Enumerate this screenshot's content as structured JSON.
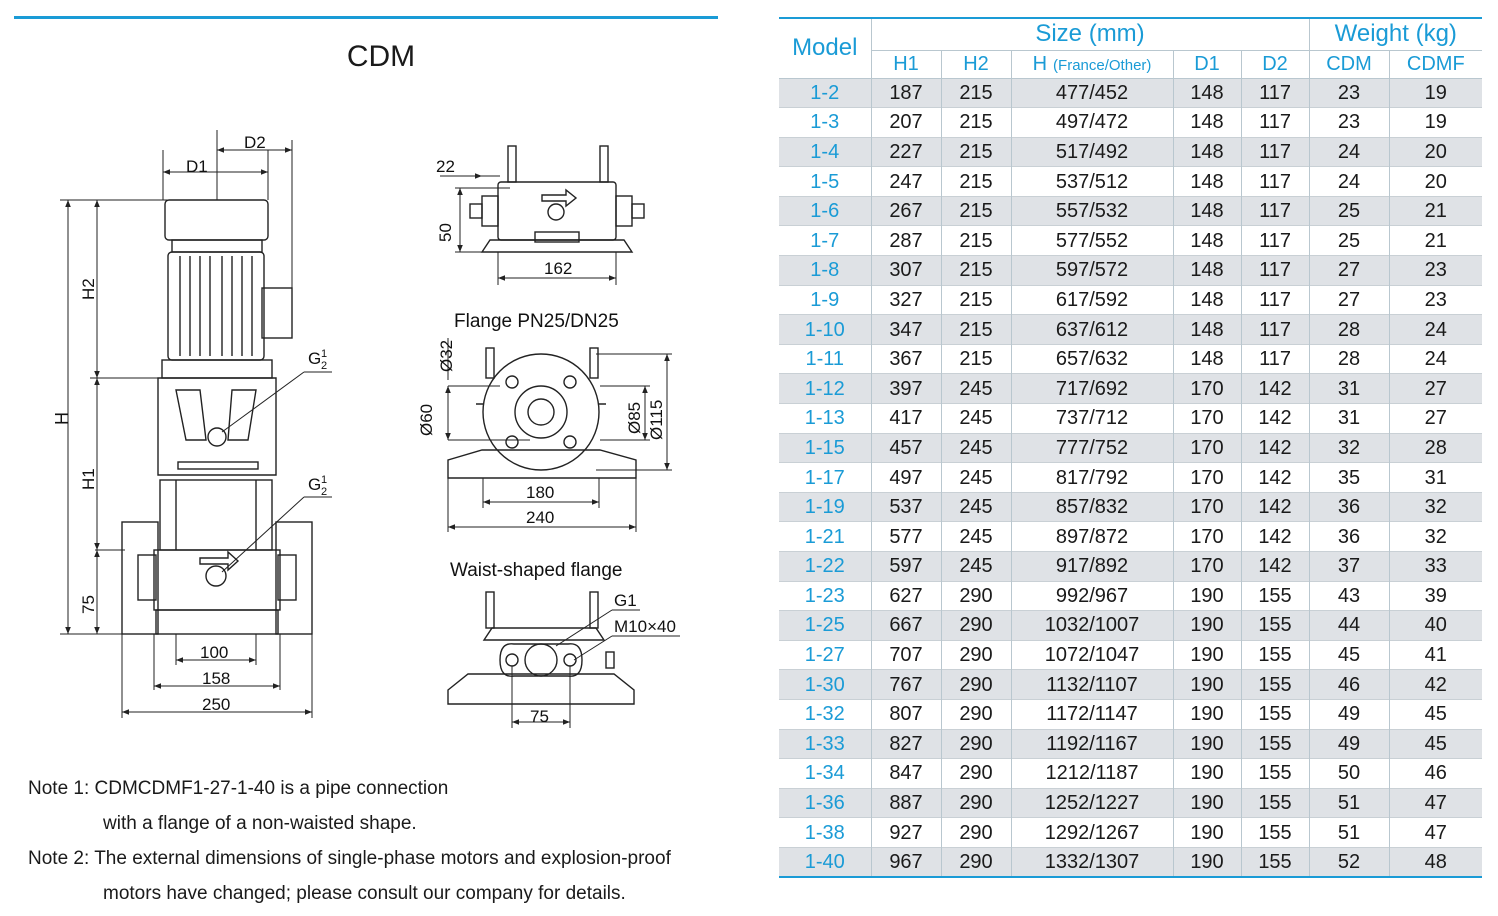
{
  "title": "CDM",
  "drawing_labels": {
    "d1": "D1",
    "d2": "D2",
    "h": "H",
    "h1": "H1",
    "h2": "H2",
    "g_half_top": "G",
    "g_half_bottom": "G",
    "frac_num": "1",
    "frac_den": "2",
    "dim_75_side": "75",
    "dim_100": "100",
    "dim_158": "158",
    "dim_250": "250",
    "dim_22": "22",
    "dim_50": "50",
    "dim_162": "162",
    "flange_title": "Flange PN25/DN25",
    "dim_32": "Ø32",
    "dim_60": "Ø60",
    "dim_85": "Ø85",
    "dim_115": "Ø115",
    "dim_180": "180",
    "dim_240": "240",
    "waist_title": "Waist-shaped flange",
    "g1": "G1",
    "m10": "M10×40",
    "dim_75_bottom": "75"
  },
  "notes": [
    "Note 1: CDMCDMF1-27-1-40 is a pipe connection",
    "with a flange of a non-waisted shape.",
    "Note 2: The external dimensions of single-phase motors and explosion-proof",
    "motors have changed; please consult our company for details."
  ],
  "table": {
    "model_header": "Model",
    "size_header": "Size (mm)",
    "weight_header": "Weight (kg)",
    "sub_headers": {
      "h1": "H1",
      "h2": "H2",
      "h": "H",
      "h_note": "(France/Other)",
      "d1": "D1",
      "d2": "D2",
      "cdm": "CDM",
      "cdmf": "CDMF"
    },
    "rows": [
      [
        "1-2",
        "187",
        "215",
        "477/452",
        "148",
        "117",
        "23",
        "19"
      ],
      [
        "1-3",
        "207",
        "215",
        "497/472",
        "148",
        "117",
        "23",
        "19"
      ],
      [
        "1-4",
        "227",
        "215",
        "517/492",
        "148",
        "117",
        "24",
        "20"
      ],
      [
        "1-5",
        "247",
        "215",
        "537/512",
        "148",
        "117",
        "24",
        "20"
      ],
      [
        "1-6",
        "267",
        "215",
        "557/532",
        "148",
        "117",
        "25",
        "21"
      ],
      [
        "1-7",
        "287",
        "215",
        "577/552",
        "148",
        "117",
        "25",
        "21"
      ],
      [
        "1-8",
        "307",
        "215",
        "597/572",
        "148",
        "117",
        "27",
        "23"
      ],
      [
        "1-9",
        "327",
        "215",
        "617/592",
        "148",
        "117",
        "27",
        "23"
      ],
      [
        "1-10",
        "347",
        "215",
        "637/612",
        "148",
        "117",
        "28",
        "24"
      ],
      [
        "1-11",
        "367",
        "215",
        "657/632",
        "148",
        "117",
        "28",
        "24"
      ],
      [
        "1-12",
        "397",
        "245",
        "717/692",
        "170",
        "142",
        "31",
        "27"
      ],
      [
        "1-13",
        "417",
        "245",
        "737/712",
        "170",
        "142",
        "31",
        "27"
      ],
      [
        "1-15",
        "457",
        "245",
        "777/752",
        "170",
        "142",
        "32",
        "28"
      ],
      [
        "1-17",
        "497",
        "245",
        "817/792",
        "170",
        "142",
        "35",
        "31"
      ],
      [
        "1-19",
        "537",
        "245",
        "857/832",
        "170",
        "142",
        "36",
        "32"
      ],
      [
        "1-21",
        "577",
        "245",
        "897/872",
        "170",
        "142",
        "36",
        "32"
      ],
      [
        "1-22",
        "597",
        "245",
        "917/892",
        "170",
        "142",
        "37",
        "33"
      ],
      [
        "1-23",
        "627",
        "290",
        "992/967",
        "190",
        "155",
        "43",
        "39"
      ],
      [
        "1-25",
        "667",
        "290",
        "1032/1007",
        "190",
        "155",
        "44",
        "40"
      ],
      [
        "1-27",
        "707",
        "290",
        "1072/1047",
        "190",
        "155",
        "45",
        "41"
      ],
      [
        "1-30",
        "767",
        "290",
        "1132/1107",
        "190",
        "155",
        "46",
        "42"
      ],
      [
        "1-32",
        "807",
        "290",
        "1172/1147",
        "190",
        "155",
        "49",
        "45"
      ],
      [
        "1-33",
        "827",
        "290",
        "1192/1167",
        "190",
        "155",
        "49",
        "45"
      ],
      [
        "1-34",
        "847",
        "290",
        "1212/1187",
        "190",
        "155",
        "50",
        "46"
      ],
      [
        "1-36",
        "887",
        "290",
        "1252/1227",
        "190",
        "155",
        "51",
        "47"
      ],
      [
        "1-38",
        "927",
        "290",
        "1292/1267",
        "190",
        "155",
        "51",
        "47"
      ],
      [
        "1-40",
        "967",
        "290",
        "1332/1307",
        "190",
        "155",
        "52",
        "48"
      ]
    ]
  },
  "colors": {
    "accent": "#1a9bd6",
    "row_shade": "#dfe2e6"
  }
}
